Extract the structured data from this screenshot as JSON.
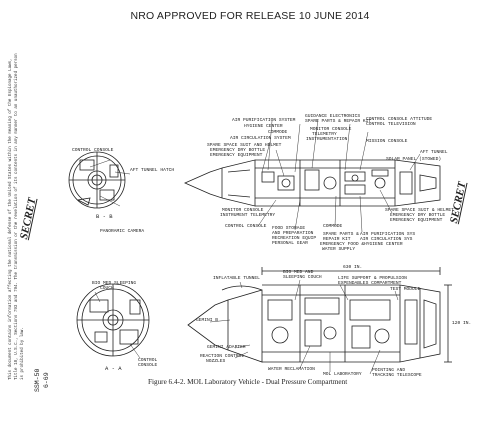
{
  "header": "NRO APPROVED FOR RELEASE 10 JUNE 2014",
  "side_notice": "This document contains information affecting the national defense of the United States within the meaning of the Espionage Laws, Title 18, U.S.C., Sections 793 and 794. The transmission or the revelation of its contents in any manner to an unauthorized person is prohibited by law.",
  "classification": "SECRET",
  "caption": "Figure 6.4-2.  MOL Laboratory Vehicle - Dual Pressure Compartment",
  "page_ref": {
    "doc": "SSM-50",
    "date": "6-69"
  },
  "top_section": {
    "labels": [
      "AIR PURIFICATION SYSTEM",
      "HYGIENE CENTER",
      "GUIDANCE ELECTRONICS",
      "SPARE PARTS & REPAIR KIT",
      "CONTROL CONSOLE ATTITUDE",
      "CONTROL TELEVISION",
      "COMMODE",
      "MONITOR CONSOLE",
      "TELEMETRY",
      "INSTRUMENTATION",
      "AIR CIRCULATION SYSTEM",
      "MISSION CONSOLE",
      "SPARE SPACE SUIT AND HELMET",
      "EMERGENCY DRY BOTTLE",
      "EMERGENCY EQUIPMENT",
      "AFT TUNNEL",
      "SOLAR PANEL (STOWED)",
      "MONITOR CONSOLE",
      "INSTRUMENT TELEMETRY",
      "CONTROL CONSOLE",
      "FOOD STORAGE",
      "AND PREPARATION",
      "RECREATION EQUIP",
      "PERSONAL GEAR",
      "COMMODE",
      "SPARE PARTS &",
      "REPAIR KIT",
      "EMERGENCY FOOD &",
      "WATER SUPPLY",
      "SPARE SPACE SUIT & HELMET",
      "EMERGENCY DRY BOTTLE",
      "EMERGENCY EQUIPMENT",
      "AIR PURIFICATION SYS",
      "AIR CIRCULATION SYS",
      "HYGIENE CENTER"
    ],
    "section_labels": [
      "CONTROL CONSOLE",
      "AFT TUNNEL HATCH",
      "B - B",
      "PANORAMIC CAMERA"
    ]
  },
  "bottom_section": {
    "labels": [
      "INFLATABLE TUNNEL",
      "BIO MED AND",
      "SLEEPING COUCH",
      "LIFE SUPPORT & PROPULSION",
      "EXPENDABLES COMPARTMENT",
      "TEST MODULE",
      "GEMINI B",
      "GEMINI ADAPTER",
      "REACTION CONTROL",
      "NOZZLES",
      "WATER RECLAMATION",
      "MOL LABORATORY",
      "POINTING AND",
      "TRACKING TELESCOPE"
    ],
    "dims": [
      "630 IN.",
      "120 IN."
    ],
    "section_labels": [
      "BIO MED SLEEPING",
      "COUCH",
      "CONTROL",
      "CONSOLE",
      "A - A"
    ]
  }
}
